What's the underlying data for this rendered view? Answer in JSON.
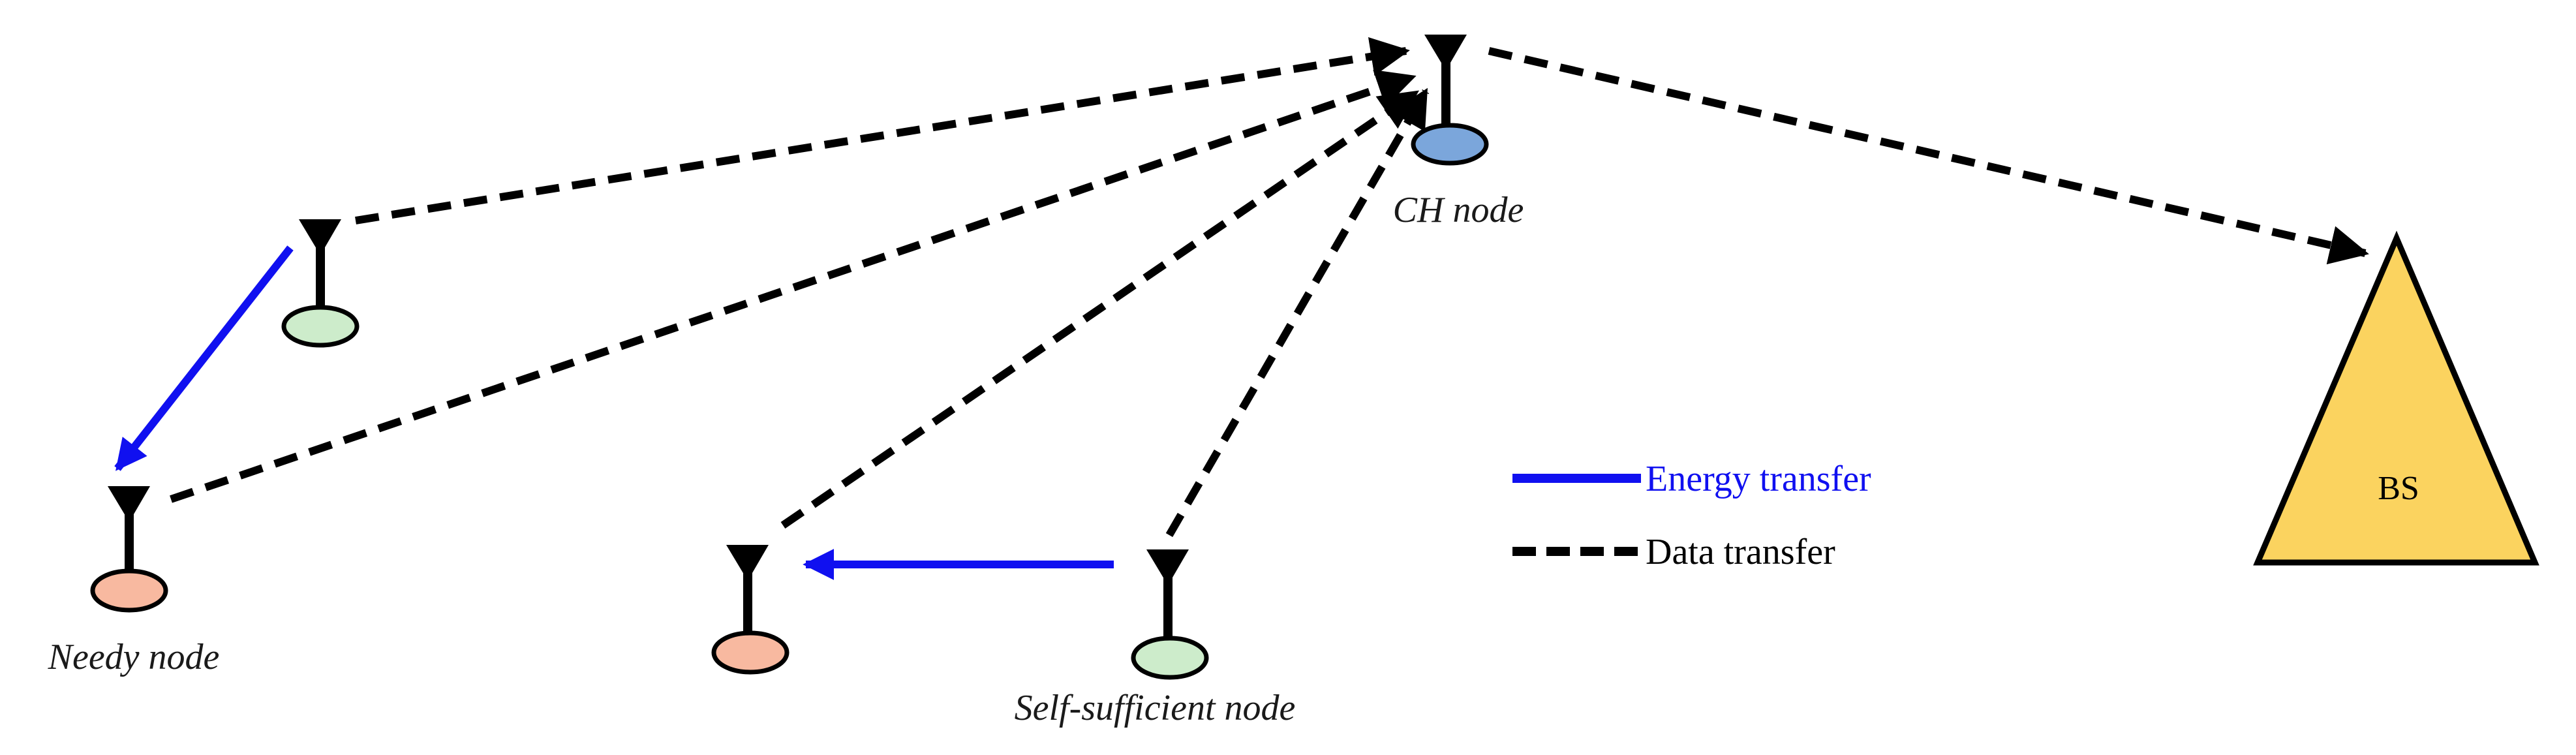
{
  "labels": {
    "ch_node": "CH node",
    "needy_node": "Needy node",
    "self_sufficient_node": "Self-sufficient node",
    "base_station": "BS"
  },
  "legend": {
    "energy_transfer": "Energy transfer",
    "data_transfer": "Data transfer"
  },
  "colors": {
    "energy": "#1010f0",
    "data": "#000000",
    "ch_node": "#7ba6db",
    "needy_node": "#f8b9a0",
    "self_sufficient_node": "#cdeccb",
    "base_station": "#fbd35f"
  }
}
